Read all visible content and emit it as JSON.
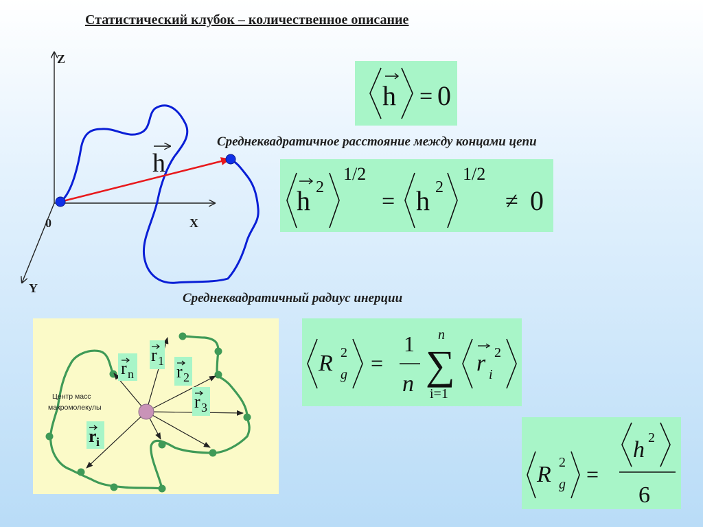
{
  "title": "Статистический клубок – количественное описание",
  "axes": {
    "z": "Z",
    "x": "X",
    "y": "Y",
    "origin": "0"
  },
  "vector_label": "h",
  "caption_mean_square": "Среднеквадратичное расстояние  между концами цепи",
  "caption_gyration": "Среднеквадратичный радиус инерции",
  "center_of_mass_label": [
    "Центр масс",
    "макромолекулы"
  ],
  "radius_vectors": [
    "r",
    "r",
    "r",
    "r",
    "r"
  ],
  "radius_subscripts": [
    "n",
    "1",
    "2",
    "3",
    "i"
  ],
  "formulas": {
    "mean_h": {
      "h": "h",
      "equals": "=",
      "zero": "0"
    },
    "rms_h": {
      "h": "h",
      "sq": "2",
      "pow": "1/2",
      "equals": "=",
      "neq": "≠",
      "zero": "0"
    },
    "gyration_sum": {
      "R": "R",
      "sub": "g",
      "sq": "2",
      "equals": "=",
      "one": "1",
      "n": "n",
      "sum_top": "n",
      "sum_bottom": "i=1",
      "sum": "∑",
      "r": "r",
      "ri_sub": "i"
    },
    "gyration_h": {
      "R": "R",
      "sub": "g",
      "sq": "2",
      "equals": "=",
      "h": "h",
      "six": "6"
    }
  },
  "colors": {
    "chain": "#0a1fd6",
    "vector": "#e8191c",
    "formula_bg": "#a8f5c8",
    "panel_bg": "#fbfac8",
    "bead": "#3f9a57",
    "center": "#c993b8"
  }
}
